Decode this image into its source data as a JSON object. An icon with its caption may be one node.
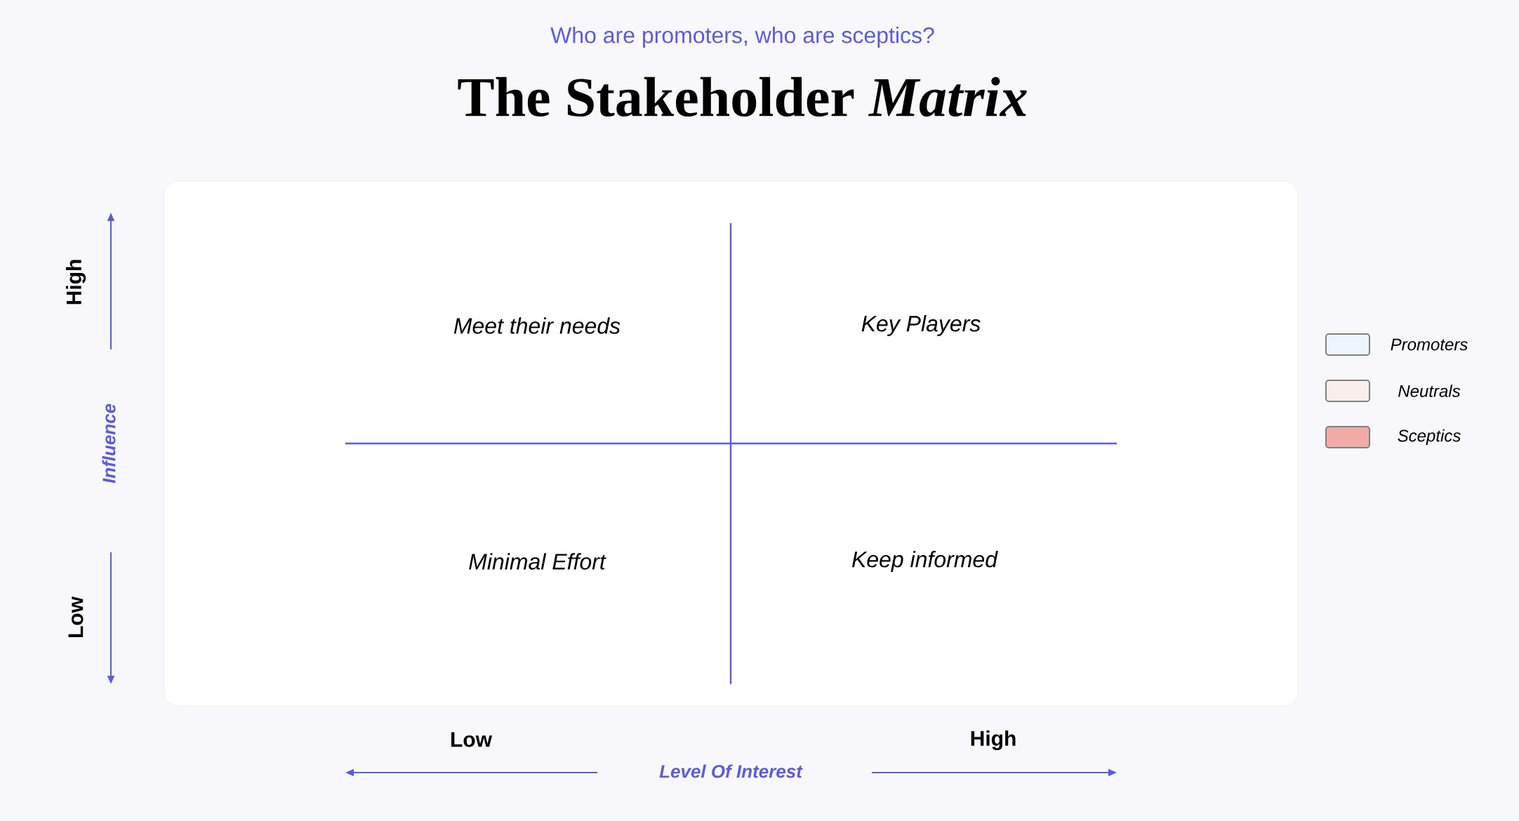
{
  "diagram": {
    "title": "The Stakeholder *Matrix*",
    "labels": [
      "Who are promoters, who are sceptics?",
      "High",
      "Influence",
      "Low",
      "Meet their needs",
      "Key Players",
      "Minimal Effort",
      "Keep informed",
      "Low",
      "Level Of Interest",
      "High"
    ],
    "legend": [
      {
        "text": "Promoters",
        "color": "#eef4fc"
      },
      {
        "text": "Neutrals",
        "color": "#f8eeec"
      },
      {
        "text": "Sceptics",
        "color": "#f2aaa8"
      }
    ]
  }
}
